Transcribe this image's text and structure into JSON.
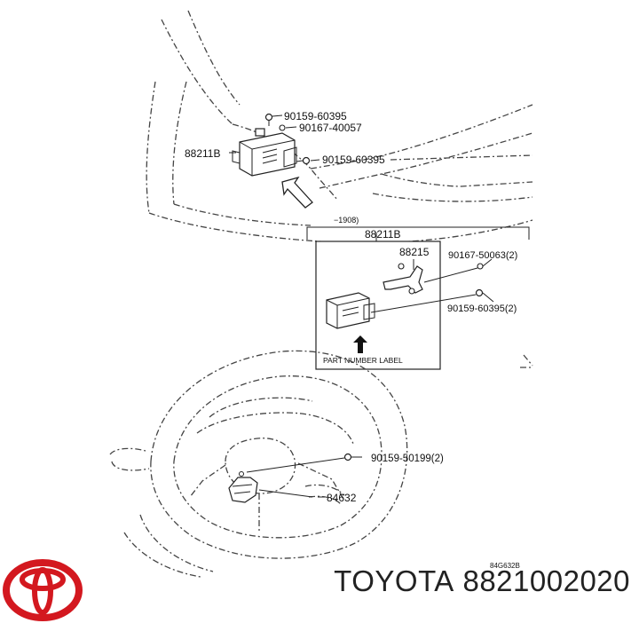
{
  "diagram": {
    "callouts": {
      "bolt_top": "90159-60395",
      "washer_top": "90167-40057",
      "bolt_side": "90159-60395",
      "sensor_main": "88211B",
      "revision_note": "−1908)",
      "inset_title": "88211B",
      "bracket": "88215",
      "washer_inset": "90167-50063(2)",
      "bolt_inset": "90159-60395(2)",
      "part_label_note": "PART NUMBER LABEL",
      "bolt_wheel": "90159-50199(2)",
      "switch_wheel": "84632",
      "figure_code": "84G632B"
    }
  },
  "footer": {
    "brand": "TOYOTA",
    "part_number": "8821002020",
    "logo": "toyota-emblem"
  },
  "colors": {
    "logo_red": "#d3181f",
    "line": "#222222"
  }
}
